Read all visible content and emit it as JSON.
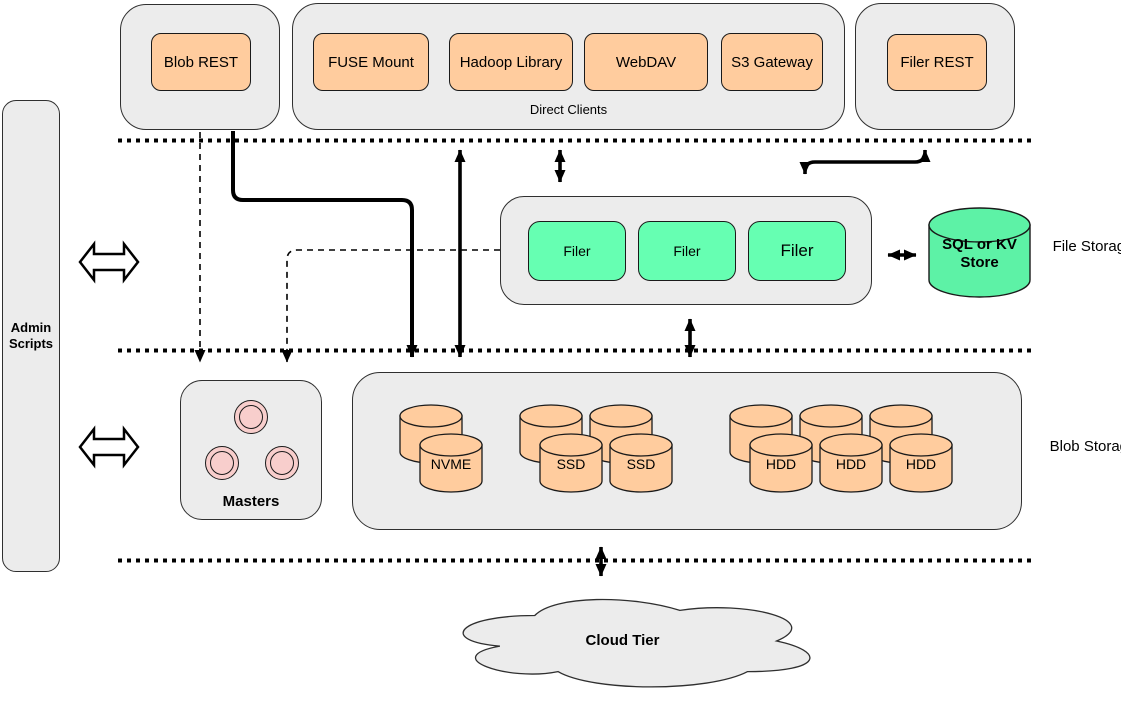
{
  "colors": {
    "box_orange": "#FFCC9E",
    "box_green": "#66FFB2",
    "cylinder_green": "#5DF2A6",
    "container_gray": "#ECECEC",
    "circle_pink": "#F8CECC",
    "line_black": "#000000"
  },
  "top_row": {
    "blob_rest": {
      "label": "Blob REST"
    },
    "direct_clients": {
      "caption": "Direct Clients",
      "items": [
        "FUSE Mount",
        "Hadoop Library",
        "WebDAV",
        "S3 Gateway"
      ]
    },
    "filer_rest": {
      "label": "Filer REST"
    }
  },
  "admin_panel": {
    "label": "Admin Scripts"
  },
  "file_storage_tier": {
    "filers": [
      "Filer",
      "Filer",
      "Filer"
    ],
    "kv_store": {
      "line1": "SQL or KV",
      "line2": "Store"
    },
    "tier_label": "File Storage"
  },
  "blob_storage_tier": {
    "masters_label": "Masters",
    "disks": [
      "NVME",
      "SSD",
      "SSD",
      "HDD",
      "HDD",
      "HDD"
    ],
    "tier_label": "Blob Storage"
  },
  "cloud_tier": {
    "label": "Cloud Tier"
  }
}
